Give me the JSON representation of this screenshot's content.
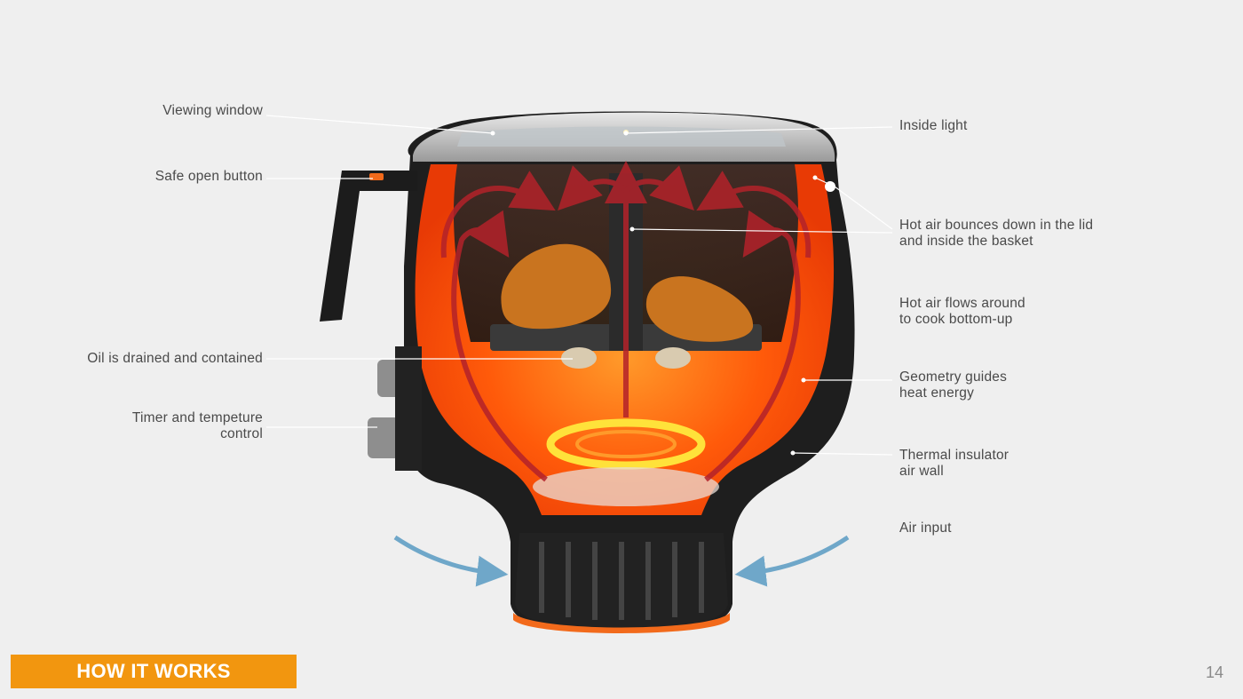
{
  "labels_left": [
    {
      "id": "viewing-window",
      "lines": [
        "Viewing window"
      ]
    },
    {
      "id": "safe-open-button",
      "lines": [
        "Safe open button"
      ]
    },
    {
      "id": "oil-drained",
      "lines": [
        "Oil is drained and contained"
      ]
    },
    {
      "id": "timer-control",
      "lines": [
        "Timer and tempeture",
        "control"
      ]
    }
  ],
  "labels_right": [
    {
      "id": "inside-light",
      "lines": [
        "Inside light"
      ]
    },
    {
      "id": "hot-air-bounces",
      "lines": [
        "Hot air bounces down in the lid",
        "and inside the basket"
      ]
    },
    {
      "id": "hot-air-flows",
      "lines": [
        "Hot air flows around",
        "to cook bottom-up"
      ]
    },
    {
      "id": "geometry-guides",
      "lines": [
        "Geometry guides",
        "heat energy"
      ]
    },
    {
      "id": "thermal-insulator",
      "lines": [
        "Thermal insulator",
        "air wall"
      ]
    },
    {
      "id": "air-input",
      "lines": [
        "Air input"
      ]
    }
  ],
  "footer": {
    "title": "HOW IT WORKS",
    "page_number": "14"
  },
  "colors": {
    "accent": "#f2960f",
    "heat_orange": "#ff5a0a",
    "airflow_red": "#b3222a",
    "air_input_blue": "#6fa7c9",
    "body_dark": "#1e1e1e"
  }
}
